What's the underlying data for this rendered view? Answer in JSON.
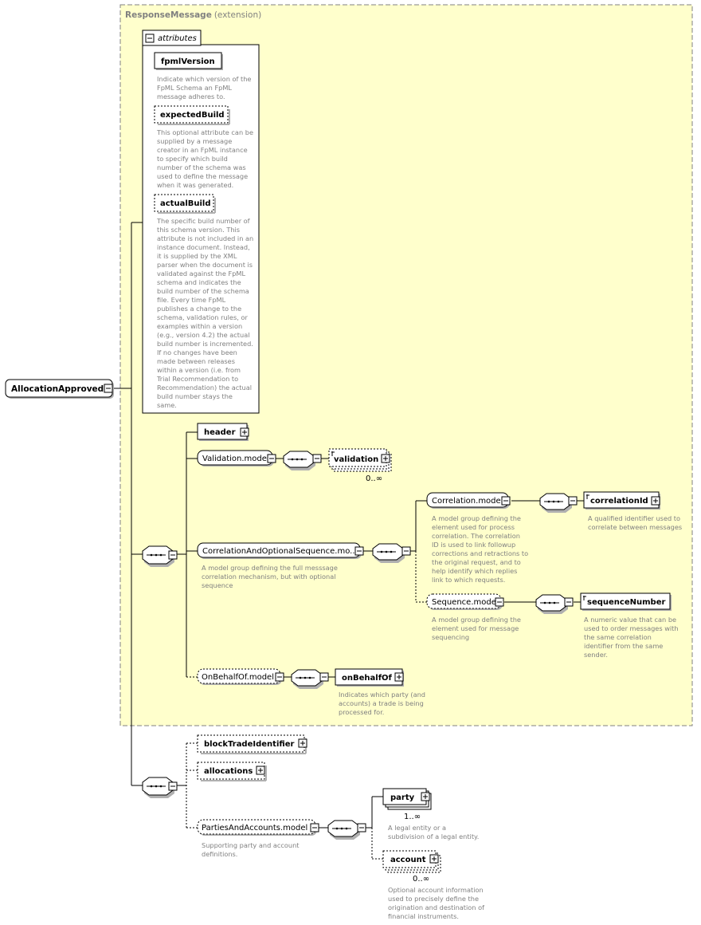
{
  "extension": {
    "title": "ResponseMessage",
    "subtitle": "(extension)"
  },
  "root": {
    "label": "AllocationApproved"
  },
  "attributes": {
    "title": "attributes",
    "items": [
      {
        "label": "fpmlVersion",
        "doc": [
          "Indicate which version of the",
          "FpML Schema an FpML",
          "message adheres to."
        ]
      },
      {
        "label": "expectedBuild",
        "doc": [
          "This optional attribute can be",
          "supplied by a message",
          "creator in an FpML instance",
          "to specify which build",
          "number of the schema was",
          "used to define the message",
          "when it was generated."
        ]
      },
      {
        "label": "actualBuild",
        "doc": [
          "The specific build number of",
          "this schema version. This",
          "attribute is not included in an",
          "instance document. Instead,",
          "it is supplied by the XML",
          "parser when the document is",
          "validated against the FpML",
          "schema and indicates the",
          "build number of the schema",
          "file. Every time FpML",
          "publishes a change to the",
          "schema, validation rules, or",
          "examples within a version",
          "(e.g., version 4.2) the actual",
          "build number is incremented.",
          "If no changes have been",
          "made between releases",
          "within a version (i.e. from",
          "Trial Recommendation to",
          "Recommendation) the actual",
          "build number stays the",
          "same."
        ]
      }
    ]
  },
  "nodes": {
    "header": {
      "label": "header"
    },
    "validation_model": {
      "label": "Validation.model"
    },
    "validation": {
      "label": "validation",
      "card": "0..∞"
    },
    "corr_opt_seq": {
      "label": "CorrelationAndOptionalSequence.mo...",
      "doc": [
        "A model group defining the full messsage",
        "correlation mechanism, but with optional",
        "sequence"
      ]
    },
    "correlation_model": {
      "label": "Correlation.model",
      "doc": [
        "A model group defining the",
        "element used for process",
        "correlation. The correlation",
        "ID is used to link followup",
        "corrections and retractions to",
        "the original request, and to",
        "help identify which replies",
        "link to which requests."
      ]
    },
    "correlation_id": {
      "label": "correlationId",
      "doc": [
        "A qualified identifier used to",
        "correlate between messages"
      ]
    },
    "sequence_model": {
      "label": "Sequence.model",
      "doc": [
        "A model group defining the",
        "element used for message",
        "sequencing"
      ]
    },
    "sequence_number": {
      "label": "sequenceNumber",
      "doc": [
        "A numeric value that can be",
        "used to order messages with",
        "the same correlation",
        "identifier from the same",
        "sender."
      ]
    },
    "on_behalf_of_model": {
      "label": "OnBehalfOf.model"
    },
    "on_behalf_of": {
      "label": "onBehalfOf",
      "doc": [
        "Indicates which party (and",
        "accounts) a trade is being",
        "processed for."
      ]
    },
    "block_trade_identifier": {
      "label": "blockTradeIdentifier"
    },
    "allocations": {
      "label": "allocations"
    },
    "parties_accounts_model": {
      "label": "PartiesAndAccounts.model",
      "doc": [
        "Supporting party and account",
        "definitions."
      ]
    },
    "party": {
      "label": "party",
      "card": "1..∞",
      "doc": [
        "A legal entity or a",
        "subdivision of a legal entity."
      ]
    },
    "account": {
      "label": "account",
      "card": "0..∞",
      "doc": [
        "Optional account information",
        "used to precisely define the",
        "origination and destination of",
        "financial instruments."
      ]
    }
  },
  "colors": {
    "extension_bg": "#ffffcc",
    "extension_border": "#808080",
    "doc_text": "#808080"
  }
}
